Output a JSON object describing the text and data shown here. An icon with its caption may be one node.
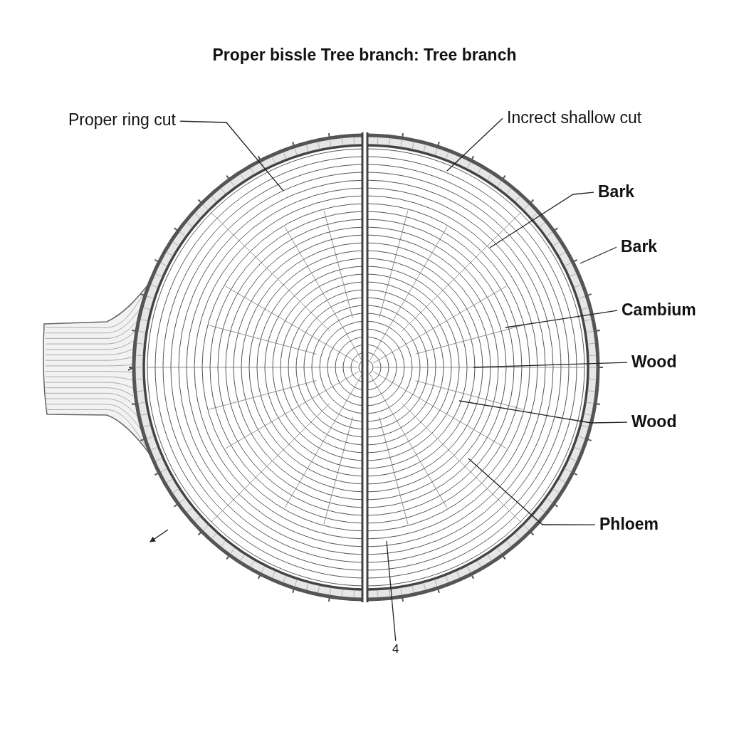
{
  "diagram": {
    "title": "Proper bissle Tree branch: Tree branch",
    "nodes": [
      {
        "text": [
          "Proper ring cut"
        ]
      },
      {
        "text": [
          "Increct shallow cut"
        ]
      },
      {
        "text": [
          "Bark"
        ]
      },
      {
        "text": [
          "Bark"
        ]
      },
      {
        "text": [
          "Cambium"
        ]
      },
      {
        "text": [
          "Wood"
        ]
      },
      {
        "text": [
          "Wood"
        ]
      },
      {
        "text": [
          "Phloem"
        ]
      },
      {
        "text": [
          "4"
        ]
      }
    ],
    "edges": [
      {
        "from": 0,
        "to": null,
        "arrow": "none"
      },
      {
        "from": 1,
        "to": null,
        "arrow": "none"
      },
      {
        "from": 2,
        "to": null,
        "arrow": "none"
      },
      {
        "from": 3,
        "to": null,
        "arrow": "none"
      },
      {
        "from": 4,
        "to": null,
        "arrow": "none"
      },
      {
        "from": 5,
        "to": null,
        "arrow": "none"
      },
      {
        "from": 6,
        "to": null,
        "arrow": "none"
      },
      {
        "from": 7,
        "to": null,
        "arrow": "none"
      },
      {
        "from": 8,
        "to": null,
        "arrow": "none"
      }
    ]
  }
}
